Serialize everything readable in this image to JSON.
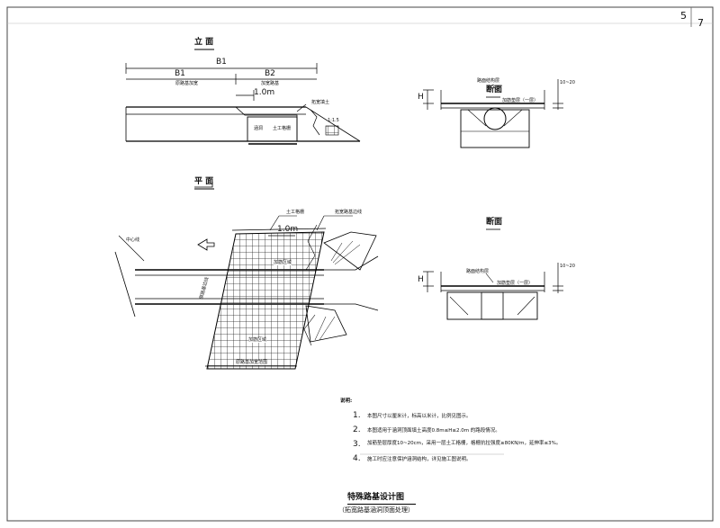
{
  "sheet": {
    "page_number": "5",
    "total_pages": "7"
  },
  "elevation": {
    "title": "立  面",
    "dim_b1_total": "B1",
    "dim_b1": "B1",
    "dim_b2": "B2",
    "offset": "1.0m",
    "label_left_zone": "原路基加宽",
    "label_right_zone": "加宽路基",
    "label_slope": "拓宽填土",
    "label_pipe": "涵洞",
    "label_geogrid": "土工格栅",
    "label_ratio": "1:1.5"
  },
  "section_top": {
    "title": "断面",
    "label_road": "路面结构层",
    "label_cushion": "加筋垫层（一层）",
    "dim_h": "H",
    "dim_thick": "10~20"
  },
  "plan": {
    "title": "平  面",
    "label_centerline": "中心线",
    "offset": "1.0m",
    "label_grid": "土工格栅",
    "label_edge": "拓宽路基边线",
    "label_old_edge": "原路基边线",
    "label_zone_a": "加筋区域",
    "label_zone_b": "加筋区域",
    "label_bottom": "原路基加宽范围"
  },
  "section_bottom": {
    "title": "断面",
    "label_road": "路面结构层",
    "label_cushion": "加筋垫层（一层）",
    "dim_h": "H",
    "dim_thick": "10~20"
  },
  "notes": {
    "heading": "说明:",
    "items": [
      {
        "num": "1.",
        "text": "本图尺寸以厘米计，标高以米计，比例见图示。"
      },
      {
        "num": "2.",
        "text": "本图适用于涵洞顶面填土高度0.8m≤H≤2.0m 的路段情况。"
      },
      {
        "num": "3.",
        "text": "加筋垫层厚度10~20cm，采用一层土工格栅，格栅抗拉强度≥80KN/m，延伸率≤3%。"
      },
      {
        "num": "4.",
        "text": "施工时应注意保护涵洞结构，详见施工图说明。"
      }
    ]
  },
  "title_block": {
    "title": "特殊路基设计图",
    "subtitle": "（拓宽路基涵洞顶面处理）"
  }
}
